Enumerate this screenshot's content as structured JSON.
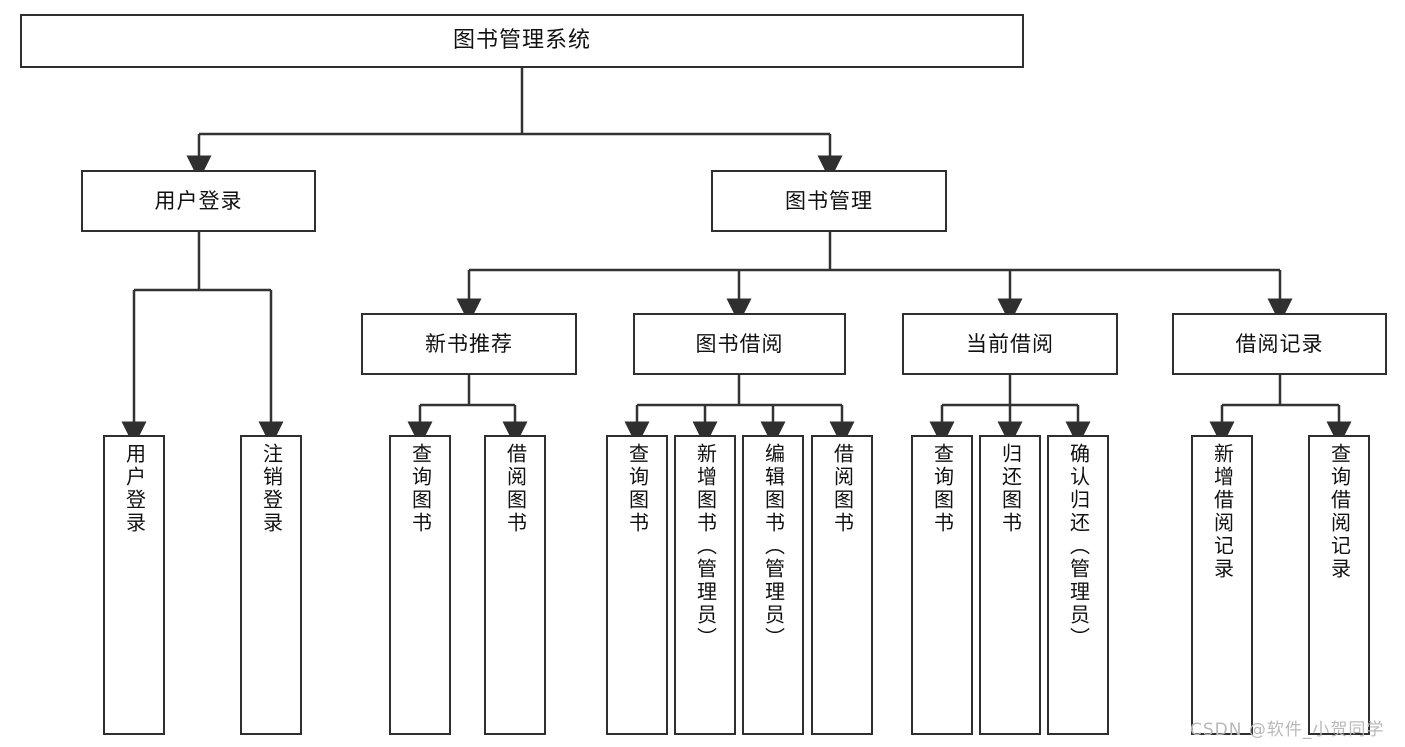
{
  "diagram": {
    "title": "图书管理系统",
    "type": "tree-hierarchy-diagram",
    "watermark": "CSDN @软件_小贺同学",
    "colors": {
      "box_border": "#2f2f2f",
      "box_fill": "#ffffff",
      "line": "#333333",
      "text": "#111111",
      "watermark": "#b9b9b9",
      "page_background": "#ffffff"
    },
    "root": {
      "label": "图书管理系统"
    },
    "level2": [
      {
        "label": "用户登录"
      },
      {
        "label": "图书管理"
      }
    ],
    "level3": [
      {
        "label": "新书推荐"
      },
      {
        "label": "图书借阅"
      },
      {
        "label": "当前借阅"
      },
      {
        "label": "借阅记录"
      }
    ],
    "leaves": {
      "user_login": [
        {
          "label": "用户登录"
        },
        {
          "label": "注销登录"
        }
      ],
      "new_book_recommend": [
        {
          "label": "查询图书"
        },
        {
          "label": "借阅图书"
        }
      ],
      "book_borrow": [
        {
          "label": "查询图书"
        },
        {
          "label": "新增图书（管理员）"
        },
        {
          "label": "编辑图书（管理员）"
        },
        {
          "label": "借阅图书"
        }
      ],
      "current_borrow": [
        {
          "label": "查询图书"
        },
        {
          "label": "归还图书"
        },
        {
          "label": "确认归还（管理员）"
        }
      ],
      "borrow_records": [
        {
          "label": "新增借阅记录"
        },
        {
          "label": "查询借阅记录"
        }
      ]
    }
  }
}
